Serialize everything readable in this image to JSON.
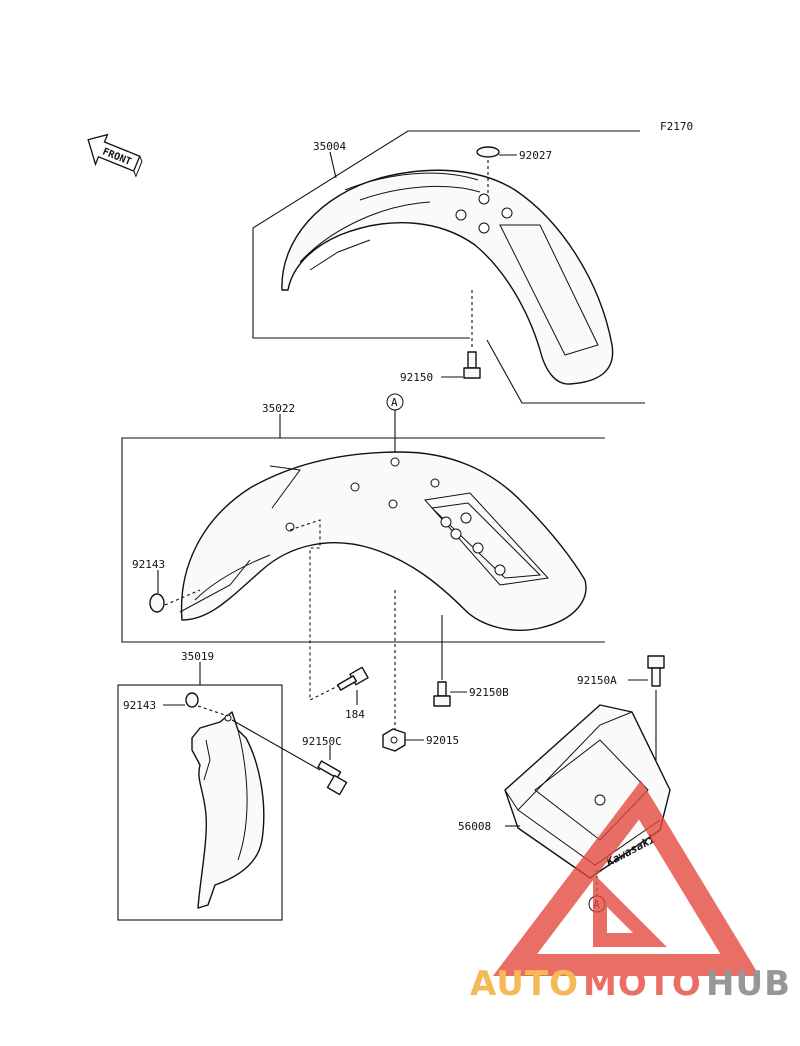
{
  "figure_code": "F2170",
  "front_label": "FRONT",
  "parts": {
    "p35004": "35004",
    "p92027": "92027",
    "p92150_top": "92150",
    "p35022": "35022",
    "p92143_a": "92143",
    "p35019": "35019",
    "p92143_b": "92143",
    "p184": "184",
    "p92150B": "92150B",
    "p92150C": "92150C",
    "p92015": "92015",
    "p92150A": "92150A",
    "p56008": "56008"
  },
  "ref_markers": {
    "a_top": "A",
    "a_bottom": "A"
  },
  "decal_text": "Kawasaki",
  "watermark": {
    "part1": "AUTO",
    "part2": "MOTO",
    "part3": "HUB",
    "color_orange": "#f4a62a",
    "color_red": "#e4473c",
    "color_gray": "#7a7a7a"
  }
}
